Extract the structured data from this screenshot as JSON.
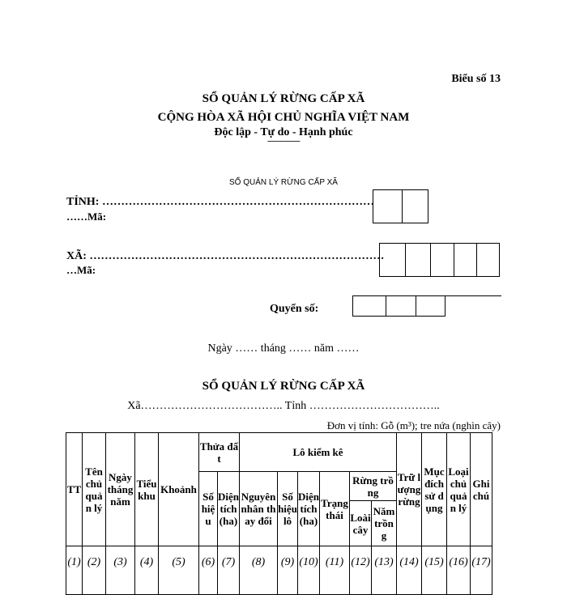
{
  "form_number": "Biểu số 13",
  "cover": {
    "title": "SỔ QUẢN LÝ RỪNG CẤP XÃ",
    "motto_line1": "CỘNG HÒA XÃ HỘI CHỦ NGHĨA VIỆT NAM",
    "motto_line2": "Độc lập - Tự do - Hạnh phúc",
    "motto_rule": "---------------",
    "small_title": "SỔ QUẢN LÝ RỪNG CẤP XÃ",
    "province_label": "TỈNH: ………………………………………………………………",
    "province_code_label": "……Mã:",
    "commune_label": "XÃ: ……………………………………………………………………",
    "commune_code_label": "…Mã:",
    "volume_label": "Quyển số:",
    "date_line": "Ngày …… tháng …… năm ……"
  },
  "register": {
    "title": "SỔ QUẢN LÝ RỪNG CẤP XÃ",
    "location_line": "Xã……………………………….. Tỉnh ……………………………..",
    "unit_line": "Đơn vị tính: Gỗ (m³); tre nứa (nghìn cây)",
    "headers": {
      "tt": "TT",
      "owner_name": "Tên chủ quản lý",
      "date": "Ngày tháng năm",
      "sub_area": "Tiểu khu",
      "block": "Khoảnh",
      "parcel_group": "Thửa đất",
      "parcel_no": "Số hiệu",
      "parcel_area": "Diện tích (ha)",
      "lot_group": "Lô kiểm kê",
      "change_reason": "Nguyên nhân thay đổi",
      "lot_no": "Số hiệu lô",
      "lot_area": "Diện tích (ha)",
      "status": "Trạng thái",
      "planted_group": "Rừng trồng",
      "species": "Loài cây",
      "plant_year": "Năm trồng",
      "volume": "Trữ lượng rừng",
      "purpose": "Mục đích sử dụng",
      "owner_type": "Loại chủ quản lý",
      "note": "Ghi chú"
    },
    "column_numbers": [
      "(1)",
      "(2)",
      "(3)",
      "(4)",
      "(5)",
      "(6)",
      "(7)",
      "(8)",
      "(9)",
      "(10)",
      "(11)",
      "(12)",
      "(13)",
      "(14)",
      "(15)",
      "(16)",
      "(17)"
    ]
  }
}
